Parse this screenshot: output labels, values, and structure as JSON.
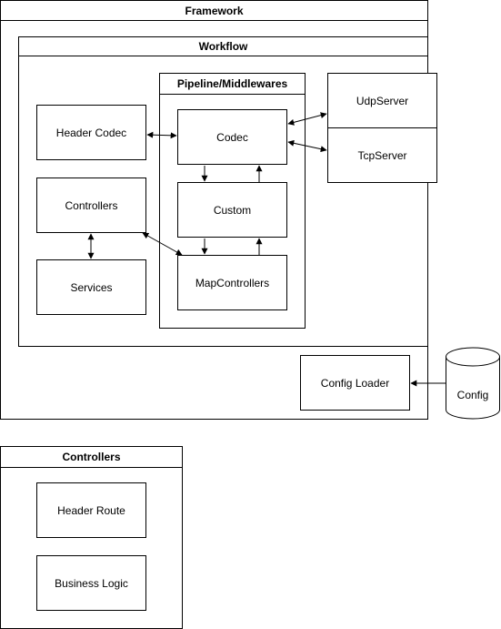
{
  "containers": {
    "framework": "Framework",
    "workflow": "Workflow",
    "pipeline": "Pipeline/Middlewares",
    "controllers": "Controllers"
  },
  "nodes": {
    "header_codec": "Header Codec",
    "controllers": "Controllers",
    "services": "Services",
    "codec": "Codec",
    "custom": "Custom",
    "map_controllers": "MapControllers",
    "udp_server": "UdpServer",
    "tcp_server": "TcpServer",
    "config_loader": "Config Loader",
    "config": "Config",
    "header_route": "Header Route",
    "business_logic": "Business Logic"
  }
}
